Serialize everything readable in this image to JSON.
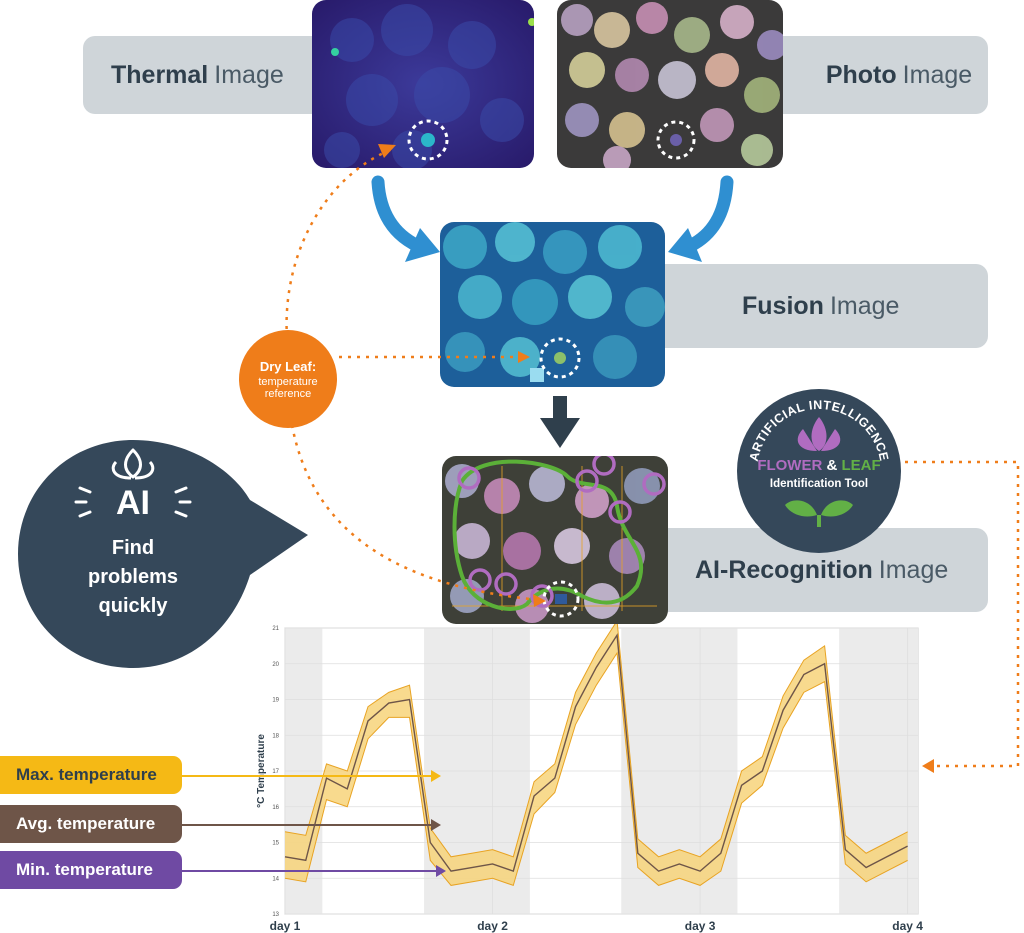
{
  "labels": {
    "thermal_bold": "Thermal",
    "thermal_rest": "Image",
    "photo_bold": "Photo",
    "photo_rest": "Image",
    "fusion_bold": "Fusion",
    "fusion_rest": "Image",
    "ai_bold": "AI-Recognition",
    "ai_rest": "Image"
  },
  "dry_leaf": {
    "title": "Dry Leaf:",
    "line1": "temperature",
    "line2": "reference"
  },
  "ai_callout": {
    "icon_text": "AI",
    "line1": "Find",
    "line2": "problems",
    "line3": "quickly"
  },
  "badge": {
    "arc_text": "ARTIFICIAL INTELLIGENCE",
    "flower": "FLOWER",
    "amp": "&",
    "leaf": "LEAF",
    "tool": "Identification Tool"
  },
  "legend": [
    {
      "label": "Max. temperature",
      "color": "#f5b915",
      "text_color": "#2f3f4c"
    },
    {
      "label": "Avg. temperature",
      "color": "#6e5548",
      "text_color": "#ffffff"
    },
    {
      "label": "Min. temperature",
      "color": "#6f4aa3",
      "text_color": "#ffffff"
    }
  ],
  "colors": {
    "label_bg": "#cfd5d9",
    "arrow_blue": "#2f8fd1",
    "arrow_dark": "#2f3f4c",
    "orange": "#ef7d1a",
    "badge_bg": "#35485a",
    "flower_purple": "#b06cc0",
    "leaf_green": "#62b046"
  },
  "chart_data": {
    "type": "area",
    "ylabel": "°C Temperature",
    "ylim": [
      13,
      21
    ],
    "yticks": [
      "13",
      "14",
      "15",
      "16",
      "17",
      "18",
      "19",
      "20",
      "21"
    ],
    "x_ticks": [
      "day 1",
      "day 2",
      "day 3",
      "day 4"
    ],
    "x": [
      1.0,
      1.1,
      1.2,
      1.3,
      1.4,
      1.5,
      1.6,
      1.7,
      1.8,
      1.9,
      2.0,
      2.1,
      2.2,
      2.3,
      2.4,
      2.5,
      2.6,
      2.7,
      2.8,
      2.9,
      3.0,
      3.1,
      3.2,
      3.3,
      3.4,
      3.5,
      3.6,
      3.7,
      3.8,
      3.9,
      4.0
    ],
    "series": [
      {
        "name": "Max. temperature",
        "values": [
          15.3,
          15.2,
          17.2,
          17.0,
          18.8,
          19.2,
          19.4,
          15.4,
          14.6,
          14.7,
          14.8,
          14.6,
          16.7,
          17.2,
          19.2,
          20.3,
          21.2,
          15.1,
          14.6,
          14.8,
          14.6,
          15.1,
          17.0,
          17.4,
          19.1,
          20.1,
          20.5,
          15.2,
          14.7,
          15.0,
          15.3
        ]
      },
      {
        "name": "Avg. temperature",
        "values": [
          14.6,
          14.5,
          16.8,
          16.5,
          18.4,
          18.9,
          19.0,
          15.0,
          14.2,
          14.3,
          14.4,
          14.2,
          16.3,
          16.8,
          18.8,
          19.9,
          20.8,
          14.7,
          14.2,
          14.4,
          14.2,
          14.7,
          16.6,
          17.0,
          18.7,
          19.7,
          20.0,
          14.8,
          14.3,
          14.6,
          14.9
        ]
      },
      {
        "name": "Min. temperature",
        "values": [
          14.0,
          13.9,
          16.2,
          16.0,
          17.9,
          18.5,
          18.5,
          14.5,
          13.8,
          13.9,
          14.0,
          13.8,
          15.8,
          16.4,
          18.3,
          19.4,
          20.3,
          14.3,
          13.8,
          14.0,
          13.8,
          14.2,
          16.1,
          16.6,
          18.2,
          19.2,
          19.5,
          14.4,
          13.9,
          14.2,
          14.5
        ]
      }
    ],
    "night_shading": [
      [
        1.0,
        1.18
      ],
      [
        1.67,
        2.18
      ],
      [
        2.62,
        3.18
      ],
      [
        3.67,
        4.05
      ]
    ],
    "grid": true,
    "legend": "left"
  }
}
